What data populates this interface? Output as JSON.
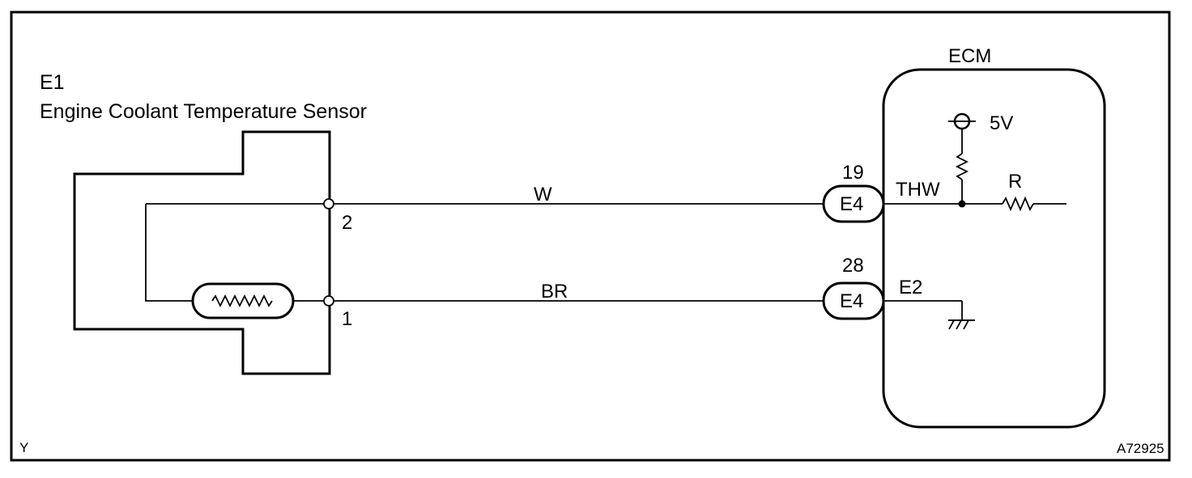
{
  "sensor": {
    "code": "E1",
    "name": "Engine Coolant Temperature Sensor",
    "pin_2": "2",
    "pin_1": "1"
  },
  "wires": {
    "upper_color": "W",
    "lower_color": "BR"
  },
  "connectors": [
    {
      "pin": "19",
      "label": "E4"
    },
    {
      "pin": "28",
      "label": "E4"
    }
  ],
  "ecm": {
    "title": "ECM",
    "supply": "5V",
    "thw": "THW",
    "resistor": "R",
    "e2": "E2"
  },
  "footer": {
    "left_mark": "Y",
    "figure_id": "A72925"
  }
}
